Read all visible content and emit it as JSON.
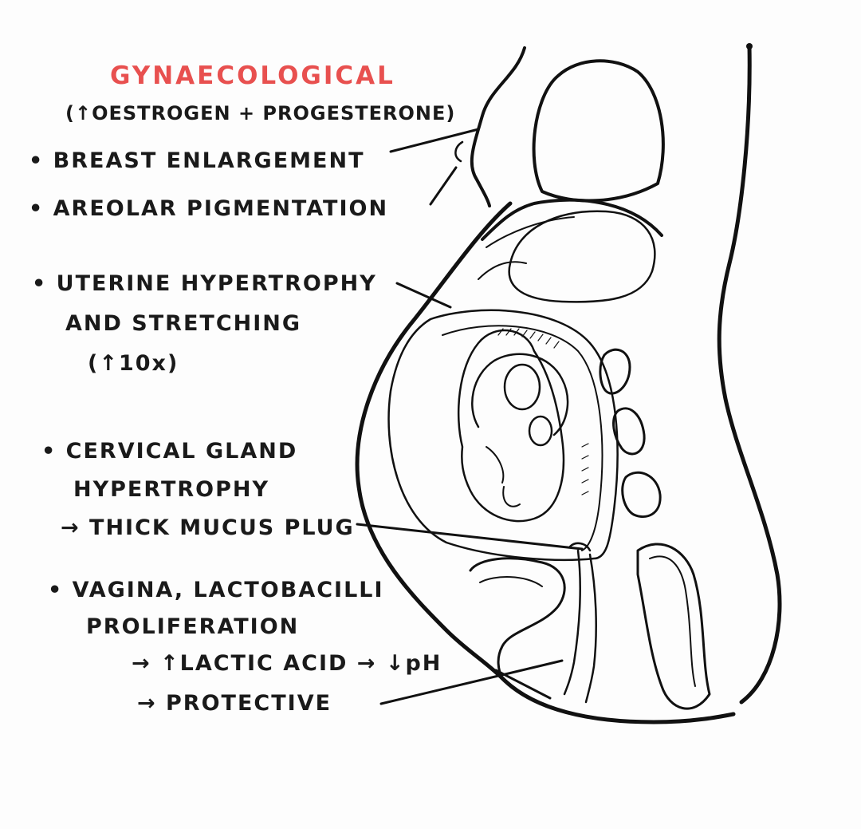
{
  "title": "GYNAECOLOGICAL",
  "subtitle": "(↑OESTROGEN + PROGESTERONE)",
  "points": {
    "breast": "• BREAST ENLARGEMENT",
    "areolar": "• AREOLAR PIGMENTATION",
    "uterine_1": "• UTERINE HYPERTROPHY",
    "uterine_2": "AND STRETCHING",
    "uterine_3": "(↑10x)",
    "cervical_1": "• CERVICAL GLAND",
    "cervical_2": "HYPERTROPHY",
    "cervical_3": "→ THICK MUCUS PLUG",
    "vagina_1": "• VAGINA, LACTOBACILLI",
    "vagina_2": "PROLIFERATION",
    "vagina_3": "→ ↑LACTIC ACID → ↓pH",
    "vagina_4": "→ PROTECTIVE"
  },
  "colors": {
    "title": "#e8504f",
    "ink": "#111111",
    "background": "#fdfdfd"
  }
}
